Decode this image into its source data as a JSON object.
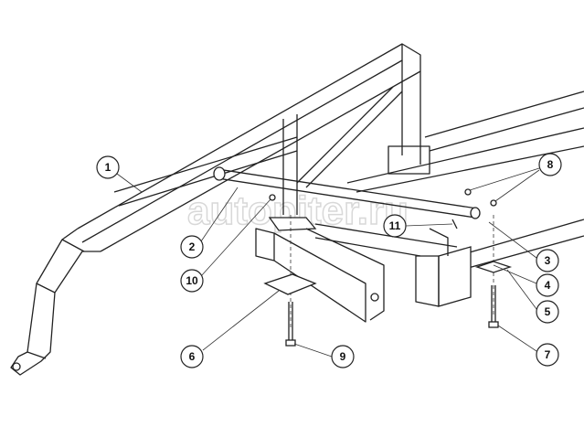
{
  "diagram": {
    "watermark": "autopiter.ru",
    "callouts": [
      "1",
      "2",
      "3",
      "4",
      "5",
      "6",
      "7",
      "8",
      "9",
      "10",
      "11"
    ]
  }
}
